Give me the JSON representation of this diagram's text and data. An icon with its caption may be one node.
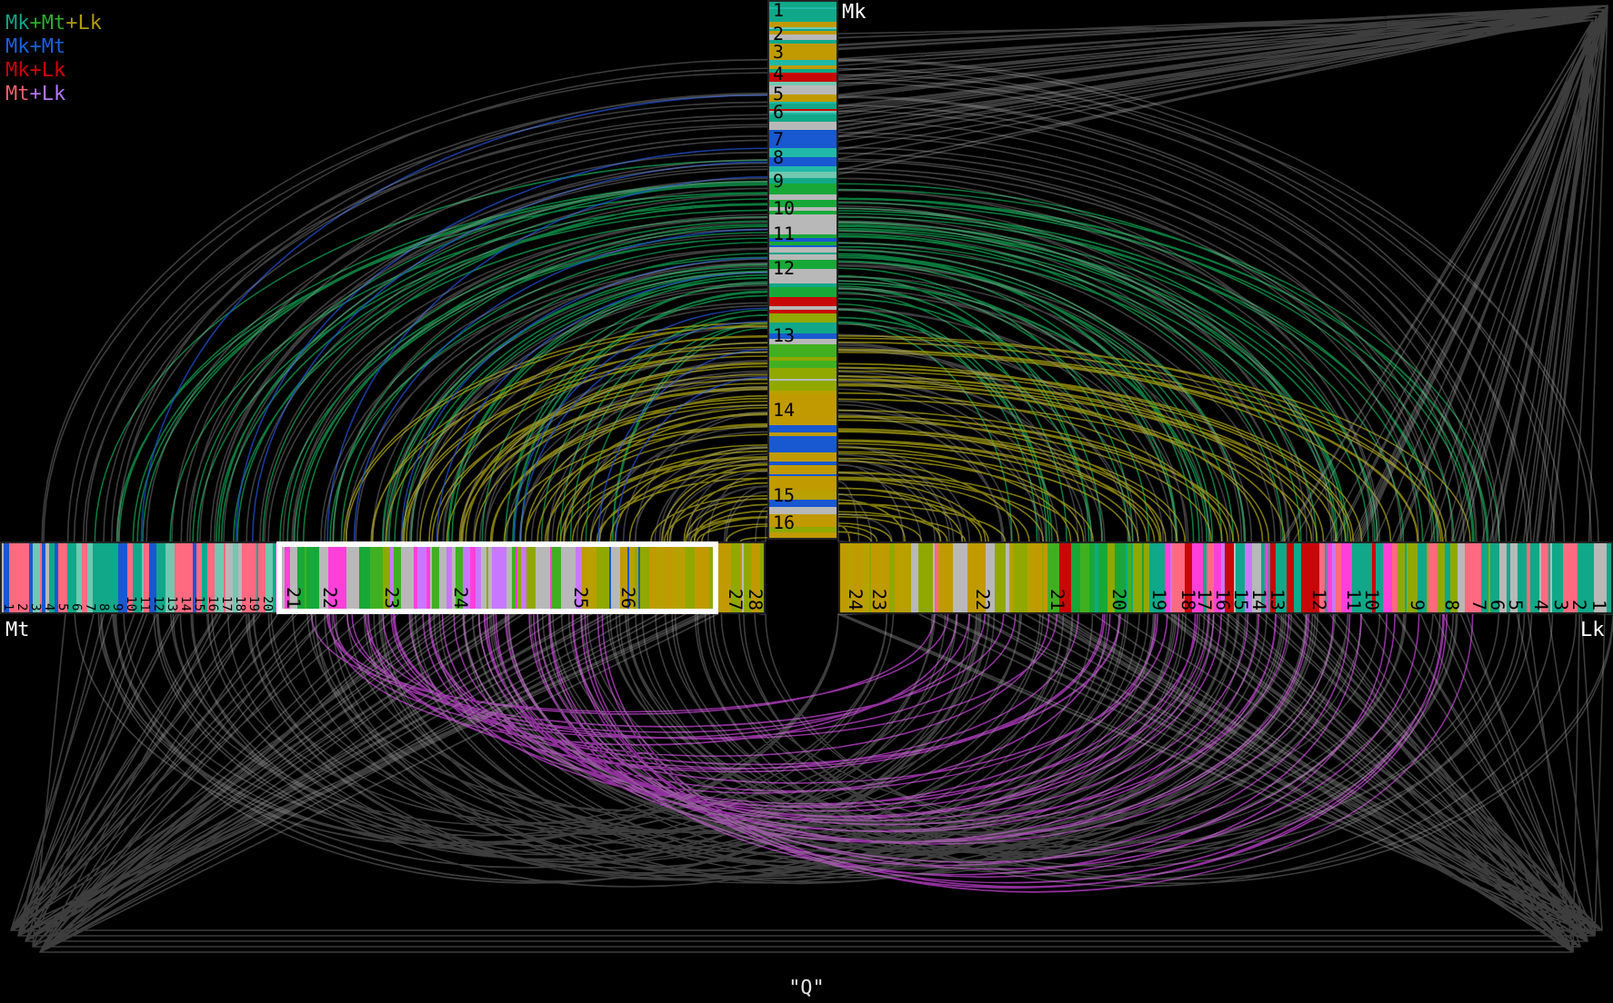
{
  "diagram": {
    "caption": "\"Q\"",
    "nodes": [
      {
        "text": [
          "Mk",
          "1",
          "2",
          "3",
          "4",
          "5",
          "6",
          "7",
          "8",
          "9",
          "10",
          "11",
          "12",
          "13",
          "14",
          "15",
          "16"
        ]
      },
      {
        "text": [
          "Mt",
          "1",
          "2",
          "3",
          "4",
          "5",
          "6",
          "7",
          "8",
          "9",
          "10",
          "11",
          "12",
          "13",
          "14",
          "15",
          "16",
          "17",
          "18",
          "19",
          "20",
          "27",
          "28"
        ]
      },
      {
        "text": [
          "Lk",
          "24",
          "23",
          "22",
          "21",
          "20",
          "19",
          "18",
          "17",
          "16",
          "15",
          "14",
          "13",
          "12",
          "11",
          "10",
          "9",
          "8",
          "7",
          "6",
          "5",
          "4",
          "3",
          "2",
          "1"
        ]
      },
      {
        "text": [
          "21",
          "22",
          "23",
          "24",
          "25",
          "26"
        ],
        "in": 1
      }
    ],
    "edges": [
      {
        "from": 0,
        "to": 1,
        "arrow": "none",
        "color": "#10a050"
      },
      {
        "from": 0,
        "to": 2,
        "arrow": "none",
        "color": "#10a050"
      },
      {
        "from": 0,
        "to": 1,
        "arrow": "none",
        "color": "#a8a010"
      },
      {
        "from": 0,
        "to": 2,
        "arrow": "none",
        "color": "#a8a010"
      },
      {
        "from": 0,
        "to": 1,
        "arrow": "none",
        "color": "#2050d0"
      },
      {
        "from": 3,
        "to": 2,
        "arrow": "none",
        "color": "#c040d0"
      },
      {
        "from": 1,
        "to": 0,
        "arrow": "none"
      },
      {
        "from": 1,
        "to": 2,
        "arrow": "none"
      },
      {
        "from": 1,
        "to": 2,
        "arrow": "none"
      },
      {
        "from": 0,
        "to": 2,
        "arrow": "none"
      },
      {
        "from": 0,
        "to": 2,
        "arrow": "none"
      }
    ],
    "legend": [
      {
        "text": "Mk+Mt+Lk"
      },
      {
        "text": "Mk+Mt",
        "color": "#1860e0"
      },
      {
        "text": "Mk+Lk",
        "color": "#d00000"
      },
      {
        "text": "Mt+Lk"
      }
    ]
  }
}
